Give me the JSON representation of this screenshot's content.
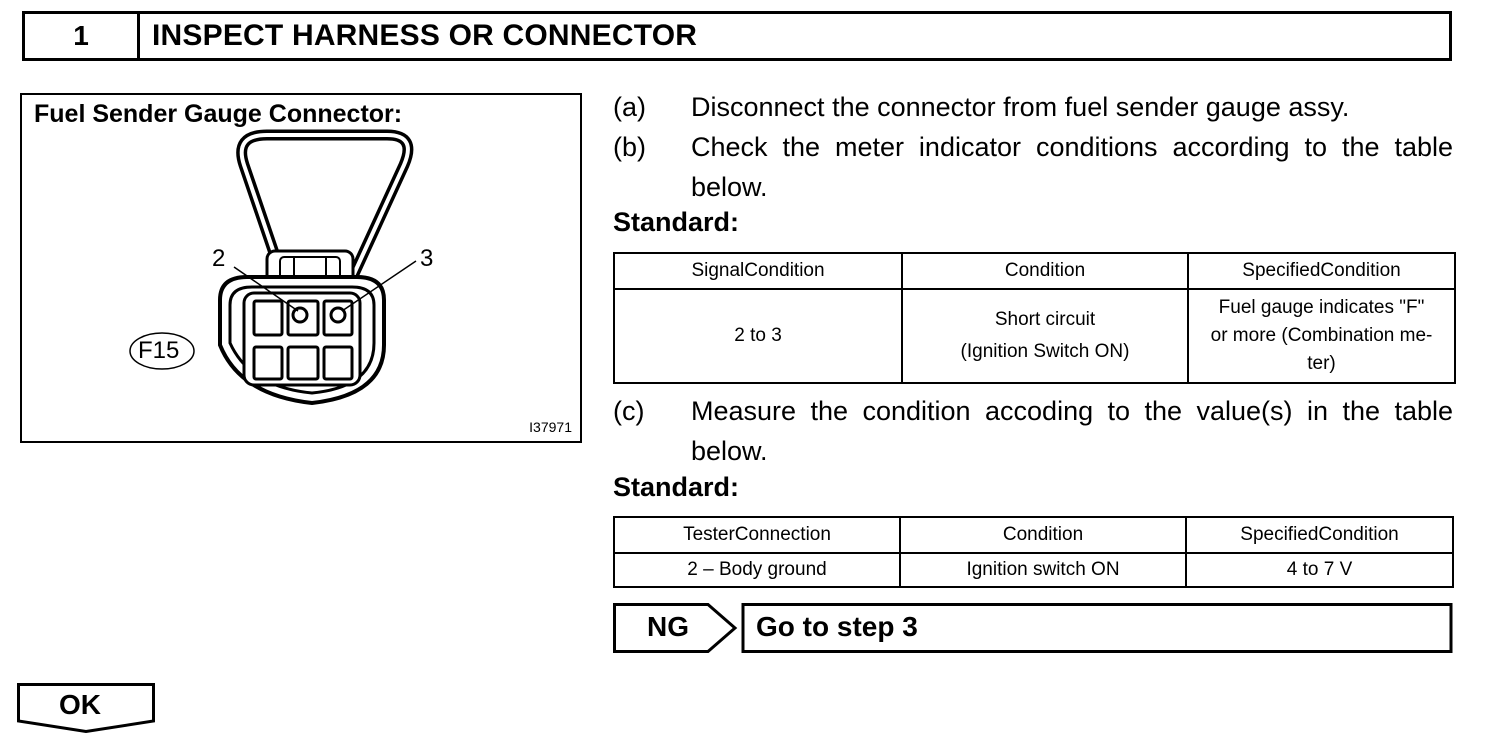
{
  "header": {
    "step_number": "1",
    "title": "INSPECT HARNESS OR CONNECTOR"
  },
  "figure": {
    "title": "Fuel Sender Gauge Connector:",
    "pin_left": "2",
    "pin_right": "3",
    "connector_code": "F15",
    "figure_id": "I37971"
  },
  "instructions": [
    {
      "letter": "(a)",
      "text": "Disconnect the connector from fuel sender gauge assy."
    },
    {
      "letter": "(b)",
      "text": "Check the meter indicator conditions according to the table below."
    },
    {
      "letter": "(c)",
      "text": "Measure the condition accoding to the value(s) in the table below."
    }
  ],
  "standard_label": "Standard:",
  "table1": {
    "headers": [
      "SignalCondition",
      "Condition",
      "SpecifiedCondition"
    ],
    "row": {
      "signal": "2 to 3",
      "condition_line1": "Short circuit",
      "condition_line2": "(Ignition Switch ON)",
      "spec_line1": "Fuel gauge indicates \"F\"",
      "spec_line2": "or more (Combination me-",
      "spec_line3": "ter)"
    }
  },
  "table2": {
    "headers": [
      "TesterConnection",
      "Condition",
      "SpecifiedCondition"
    ],
    "row": [
      "2 – Body ground",
      "Ignition switch ON",
      "4 to 7 V"
    ]
  },
  "ng": {
    "label": "NG",
    "target": "Go to step 3"
  },
  "ok": {
    "label": "OK"
  }
}
